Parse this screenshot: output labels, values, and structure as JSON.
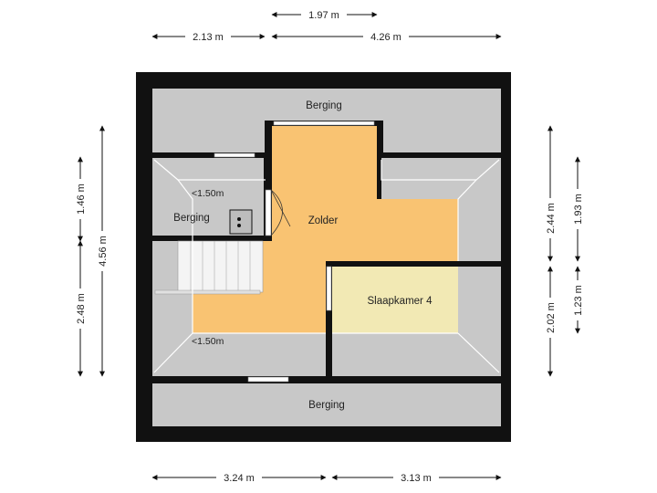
{
  "colors": {
    "wall": "#111111",
    "storage": "#c8c8c8",
    "attic": "#f9c372",
    "bedroom": "#f2e9b4",
    "slope_line": "#ffffff",
    "dim_line": "#111111",
    "stair": "#f4f4f4"
  },
  "rooms": {
    "berging_top": "Berging",
    "berging_left": "Berging",
    "berging_bottom": "Berging",
    "zolder": "Zolder",
    "slaapkamer": "Slaapkamer 4"
  },
  "notes": {
    "height_top": "<1.50m",
    "height_bottom": "<1.50m"
  },
  "dimensions": {
    "top_small": "1.97 m",
    "top_left": "2.13 m",
    "top_right": "4.26 m",
    "bottom_left": "3.24 m",
    "bottom_right": "3.13 m",
    "left_upper": "1.46 m",
    "left_lower": "2.48 m",
    "left_total": "4.56 m",
    "right_upper": "2.44 m",
    "right_lower": "2.02 m",
    "right_inner_upper": "1.93 m",
    "right_inner_lower": "1.23 m"
  }
}
